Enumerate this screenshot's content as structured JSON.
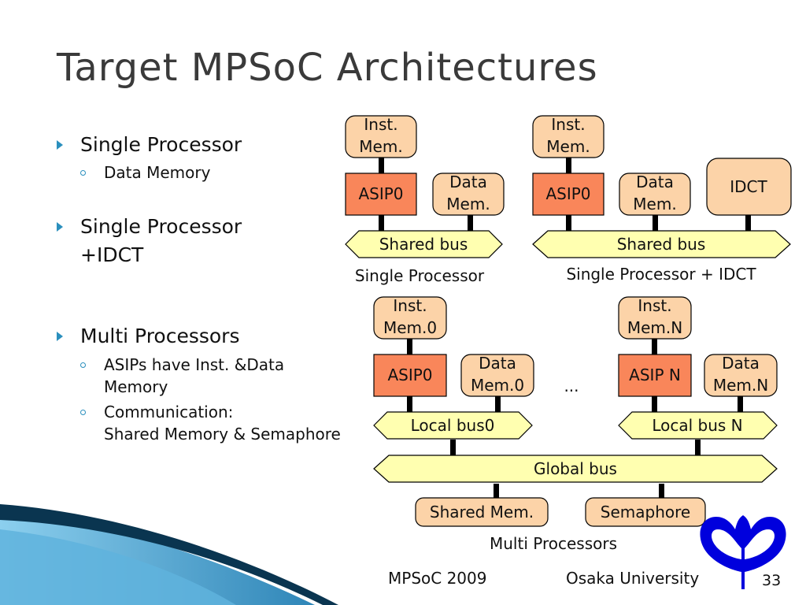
{
  "title": "Target MPSoC Architectures",
  "bullets": [
    {
      "text": "Single Processor",
      "subs": [
        "Data Memory"
      ]
    },
    {
      "text_lines": [
        "Single Processor",
        "+IDCT"
      ]
    },
    {
      "text": "Multi Processors",
      "subs_multi": [
        [
          "ASIPs have Inst. &Data",
          "Memory"
        ],
        [
          "Communication:",
          "Shared Memory & Semaphore"
        ]
      ]
    }
  ],
  "diagram": {
    "single": {
      "inst_mem": [
        "Inst.",
        "Mem."
      ],
      "asip": "ASIP0",
      "data_mem": [
        "Data",
        "Mem."
      ],
      "bus": "Shared bus",
      "caption": "Single Processor"
    },
    "single_idct": {
      "inst_mem": [
        "Inst.",
        "Mem."
      ],
      "asip": "ASIP0",
      "data_mem": [
        "Data",
        "Mem."
      ],
      "idct": "IDCT",
      "bus": "Shared bus",
      "caption": "Single Processor + IDCT"
    },
    "multi": {
      "inst_mem0": [
        "Inst.",
        "Mem.0"
      ],
      "asip0": "ASIP0",
      "data_mem0": [
        "Data",
        "Mem.0"
      ],
      "local_bus0": "Local bus0",
      "ellipsis": "...",
      "inst_memN": [
        "Inst.",
        "Mem.N"
      ],
      "asipN": "ASIP N",
      "data_memN": [
        "Data",
        "Mem.N"
      ],
      "local_busN": "Local bus N",
      "global_bus": "Global bus",
      "shared_mem": "Shared Mem.",
      "semaphore": "Semaphore",
      "caption": "Multi Processors"
    },
    "colors": {
      "memory_fill": "#fcd3a8",
      "asip_fill": "#f9865a",
      "bus_fill": "#ffffb0",
      "connector": "#000000"
    }
  },
  "footer": {
    "conference": "MPSoC 2009",
    "university": "Osaka University",
    "page_number": "33"
  },
  "logo": {
    "name": "osaka-university-logo",
    "color": "#0000dd"
  },
  "theme": {
    "accent": "#2a8fbd",
    "decoration_dark": "#0a3550",
    "decoration_light": "#4aa8d8"
  }
}
